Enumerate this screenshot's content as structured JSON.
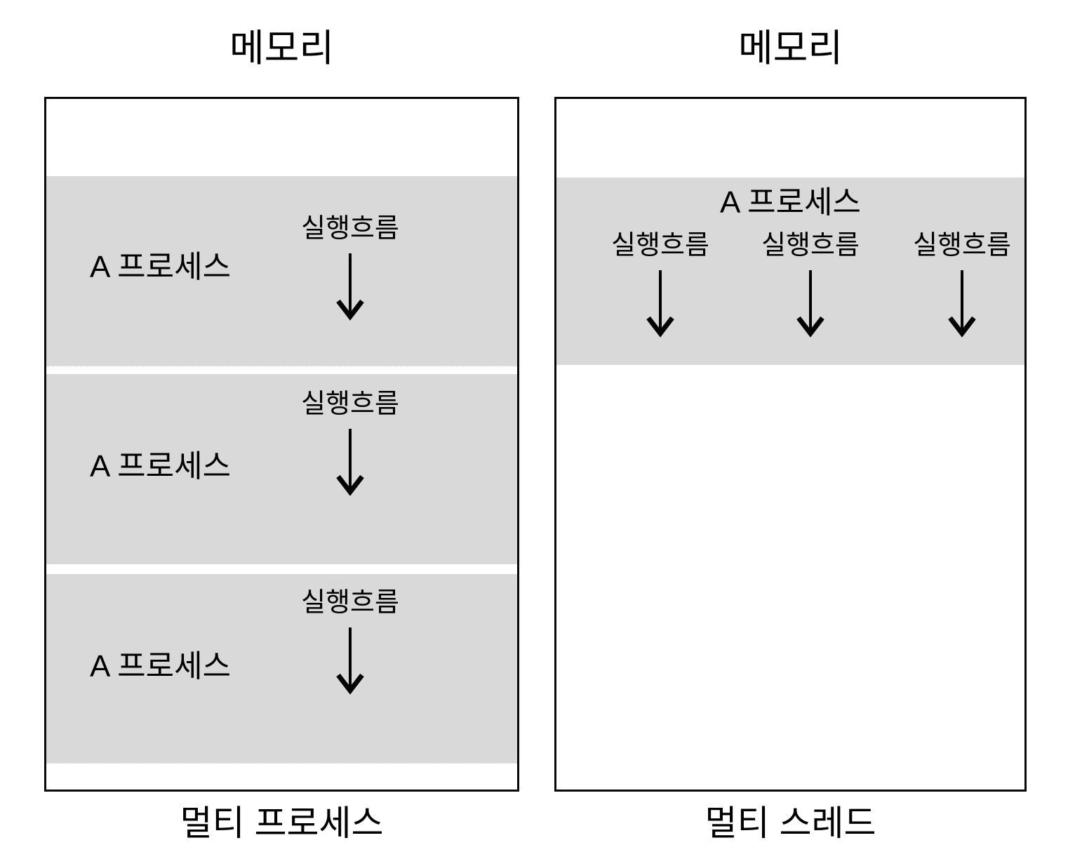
{
  "diagram": {
    "panels": [
      {
        "title": "메모리",
        "caption": "멀티 프로세스",
        "regions": [
          {
            "process_label": "A 프로세스",
            "flows": [
              "실행흐름"
            ]
          },
          {
            "process_label": "A 프로세스",
            "flows": [
              "실행흐름"
            ]
          },
          {
            "process_label": "A 프로세스",
            "flows": [
              "실행흐름"
            ]
          }
        ]
      },
      {
        "title": "메모리",
        "caption": "멀티 스레드",
        "regions": [
          {
            "process_label": "A 프로세스",
            "flows": [
              "실행흐름",
              "실행흐름",
              "실행흐름"
            ]
          }
        ]
      }
    ],
    "icons": {
      "flow_arrow": "down-arrow-icon"
    },
    "colors": {
      "region_fill": "#d9d9d9",
      "box_border": "#0a0a0a",
      "background": "#ffffff",
      "text": "#000000"
    }
  }
}
